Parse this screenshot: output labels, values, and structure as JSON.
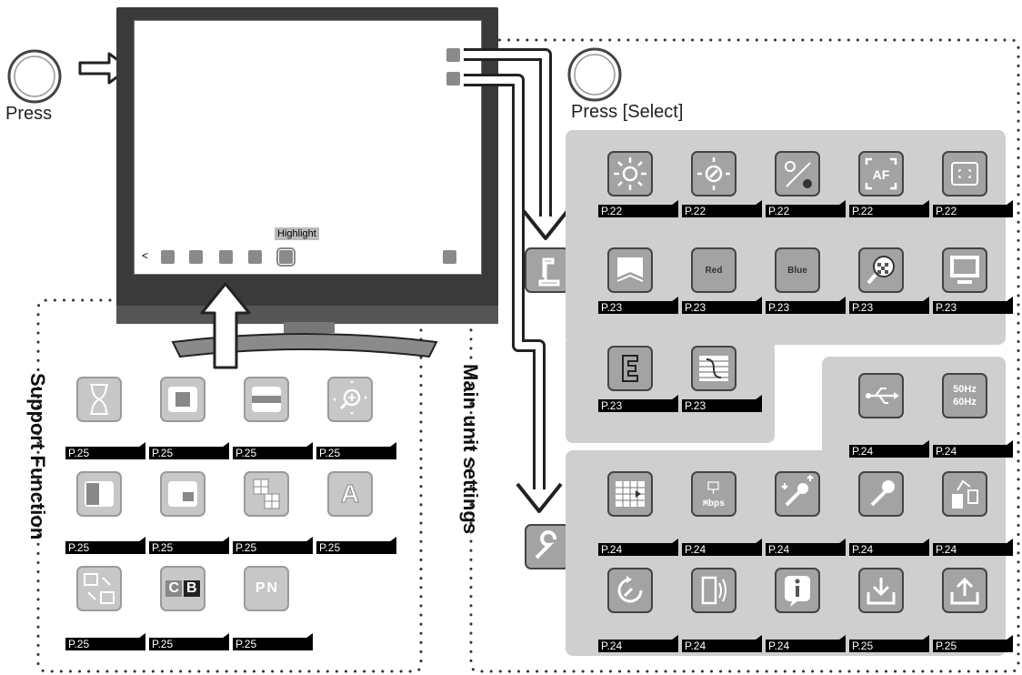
{
  "colors": {
    "panel": "#cfcfcf",
    "icon_fill": "#a3a3a3",
    "tag": "#000000",
    "arrow": "#ffffff"
  },
  "press_label": "Press",
  "press_select_label": "Press [Select]",
  "support_title": "Support Function",
  "main_title": "Main unit settings",
  "tv": {
    "highlight_label": "Highlight"
  },
  "camera_group": {
    "row1": [
      {
        "icon": "brightness-icon",
        "page": "P.22"
      },
      {
        "icon": "brightness-adjust-icon",
        "page": "P.22"
      },
      {
        "icon": "brightness-auto-icon",
        "page": "P.22"
      },
      {
        "icon": "autofocus-icon",
        "page": "P.22"
      },
      {
        "icon": "focus-frame-icon",
        "page": "P.22"
      }
    ],
    "row2": [
      {
        "icon": "image-mode-icon",
        "page": "P.23"
      },
      {
        "icon": "red-gain-icon",
        "text": "Red",
        "page": "P.23"
      },
      {
        "icon": "blue-gain-icon",
        "text": "Blue",
        "page": "P.23"
      },
      {
        "icon": "digital-zoom-icon",
        "page": "P.23"
      },
      {
        "icon": "monitor-icon",
        "page": "P.23"
      }
    ],
    "row3": [
      {
        "icon": "edge-enhance-icon",
        "page": "P.23"
      },
      {
        "icon": "gamma-icon",
        "page": "P.23"
      }
    ]
  },
  "settings_group": {
    "top": [
      {
        "icon": "usb-icon",
        "page": "P.24"
      },
      {
        "icon": "flicker-icon",
        "text1": "50Hz",
        "text2": "60Hz",
        "page": "P.24"
      }
    ],
    "row1": [
      {
        "icon": "resolution-icon",
        "page": "P.24"
      },
      {
        "icon": "bitrate-icon",
        "text": "Mbps",
        "page": "P.24"
      },
      {
        "icon": "mic-volume-icon",
        "page": "P.24"
      },
      {
        "icon": "microphone-icon",
        "page": "P.24"
      },
      {
        "icon": "file-transfer-icon",
        "page": "P.24"
      }
    ],
    "row2": [
      {
        "icon": "reset-settings-icon",
        "page": "P.24"
      },
      {
        "icon": "sound-icon",
        "page": "P.24"
      },
      {
        "icon": "info-icon",
        "page": "P.24"
      },
      {
        "icon": "download-icon",
        "page": "P.25"
      },
      {
        "icon": "upload-icon",
        "page": "P.25"
      }
    ]
  },
  "support_group": {
    "row1": [
      {
        "icon": "timer-icon",
        "page": "P.25"
      },
      {
        "icon": "mask-icon",
        "page": "P.25"
      },
      {
        "icon": "spotlight-icon",
        "page": "P.25"
      },
      {
        "icon": "zoom-pan-icon",
        "page": "P.25"
      }
    ],
    "row2": [
      {
        "icon": "split-screen-icon",
        "page": "P.25"
      },
      {
        "icon": "picture-in-picture-icon",
        "page": "P.25"
      },
      {
        "icon": "mosaic-icon",
        "page": "P.25"
      },
      {
        "icon": "text-overlay-icon",
        "text": "A",
        "page": "P.25"
      }
    ],
    "row3": [
      {
        "icon": "swap-icon",
        "page": "P.25"
      },
      {
        "icon": "color-balance-icon",
        "text1": "C",
        "text2": "B",
        "page": "P.25"
      },
      {
        "icon": "positive-negative-icon",
        "text1": "P",
        "text2": "N",
        "page": "P.25"
      }
    ]
  }
}
